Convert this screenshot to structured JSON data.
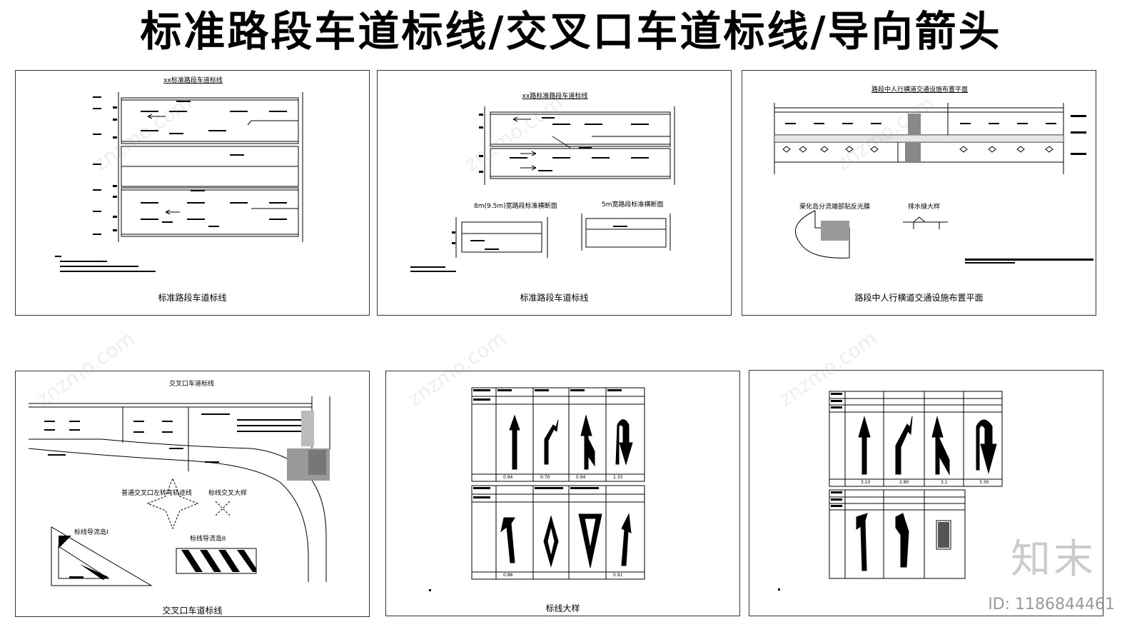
{
  "page": {
    "title": "标准路段车道标线/交叉口车道标线/导向箭头"
  },
  "sheets": {
    "s1": {
      "header": "xx标准路段车道标线",
      "caption": "标准路段车道标线"
    },
    "s2": {
      "header": "xx路标准路段车道标线",
      "sub_a": "8m(9.5m)宽路段标准横断面",
      "sub_b": "5m宽路段标准横断面",
      "caption": "标准路段车道标线"
    },
    "s3": {
      "header": "路段中人行横道交通设施布置平面",
      "sub_a": "渠化岛分流端部贴反光膜",
      "sub_b": "排水缝大样",
      "caption": "路段中人行横道交通设施布置平面"
    },
    "s4": {
      "header": "交叉口车道标线",
      "sub_a": "普通交叉口左转弯轨迹线",
      "sub_b": "标线交叉大样",
      "sub_c": "标线导流岛I",
      "sub_d": "标线导流岛II",
      "caption": "交叉口车道标线"
    },
    "s5": {
      "row1_values": [
        "0.94",
        "0.70",
        "0.94",
        "1.33"
      ],
      "row2_values": [
        "0.88",
        "",
        "",
        "0.91"
      ],
      "caption": "标线大样"
    },
    "s6": {
      "row1_values": [
        "3.10",
        "2.80",
        "3.1",
        "3.30"
      ]
    }
  },
  "watermark": {
    "text": "znzmo.com",
    "logo": "知末",
    "id": "ID: 1186844461"
  }
}
